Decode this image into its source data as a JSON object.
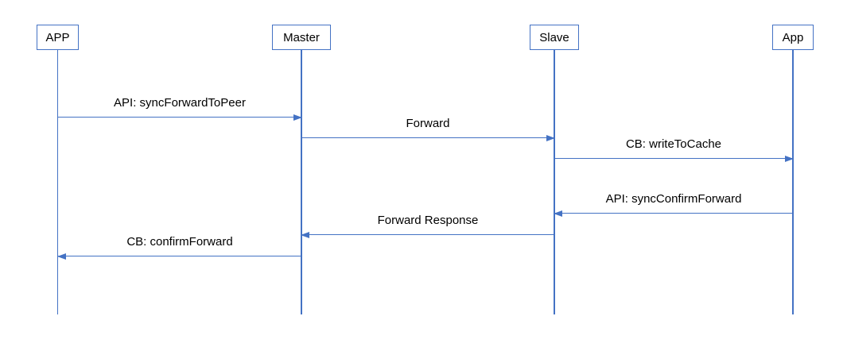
{
  "diagram": {
    "type": "sequence-diagram",
    "colors": {
      "line": "#4472C4",
      "text": "#000000",
      "background": "#FFFFFF"
    },
    "actors": [
      {
        "label": "APP"
      },
      {
        "label": "Master"
      },
      {
        "label": "Slave"
      },
      {
        "label": "App"
      }
    ],
    "messages": [
      {
        "label": "API: syncForwardToPeer",
        "from": "APP",
        "to": "Master",
        "direction": "right"
      },
      {
        "label": "Forward",
        "from": "Master",
        "to": "Slave",
        "direction": "right"
      },
      {
        "label": "CB: writeToCache",
        "from": "Slave",
        "to": "App",
        "direction": "right"
      },
      {
        "label": "API: syncConfirmForward",
        "from": "App",
        "to": "Slave",
        "direction": "left"
      },
      {
        "label": "Forward Response",
        "from": "Slave",
        "to": "Master",
        "direction": "left"
      },
      {
        "label": "CB: confirmForward",
        "from": "Master",
        "to": "APP",
        "direction": "left"
      }
    ]
  }
}
